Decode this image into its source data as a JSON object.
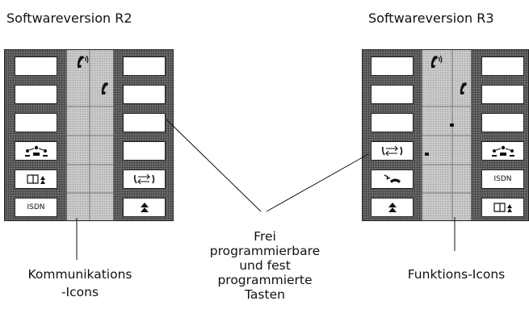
{
  "titles": {
    "left": "Softwareversion R2",
    "right": "Softwareversion R3"
  },
  "callouts": {
    "left": [
      "Kommunikations",
      "-Icons"
    ],
    "center": [
      "Frei",
      "programmierbare",
      "und fest",
      "programmierte",
      "Tasten"
    ],
    "right": [
      "Funktions-Icons"
    ]
  },
  "r2": {
    "left_keys": [
      "",
      "",
      "",
      "conference-icon",
      "book-icon",
      "isdn"
    ],
    "right_keys": [
      "",
      "",
      "",
      "",
      "transfer-icon",
      "arrows-icon"
    ],
    "isdn_label": "ISDN"
  },
  "r3": {
    "left_keys": [
      "",
      "",
      "",
      "transfer-icon",
      "hangup-icon",
      "arrows-icon"
    ],
    "right_keys": [
      "",
      "",
      "",
      "conference-icon",
      "isdn",
      "book-icon"
    ],
    "isdn_label": "ISDN"
  }
}
